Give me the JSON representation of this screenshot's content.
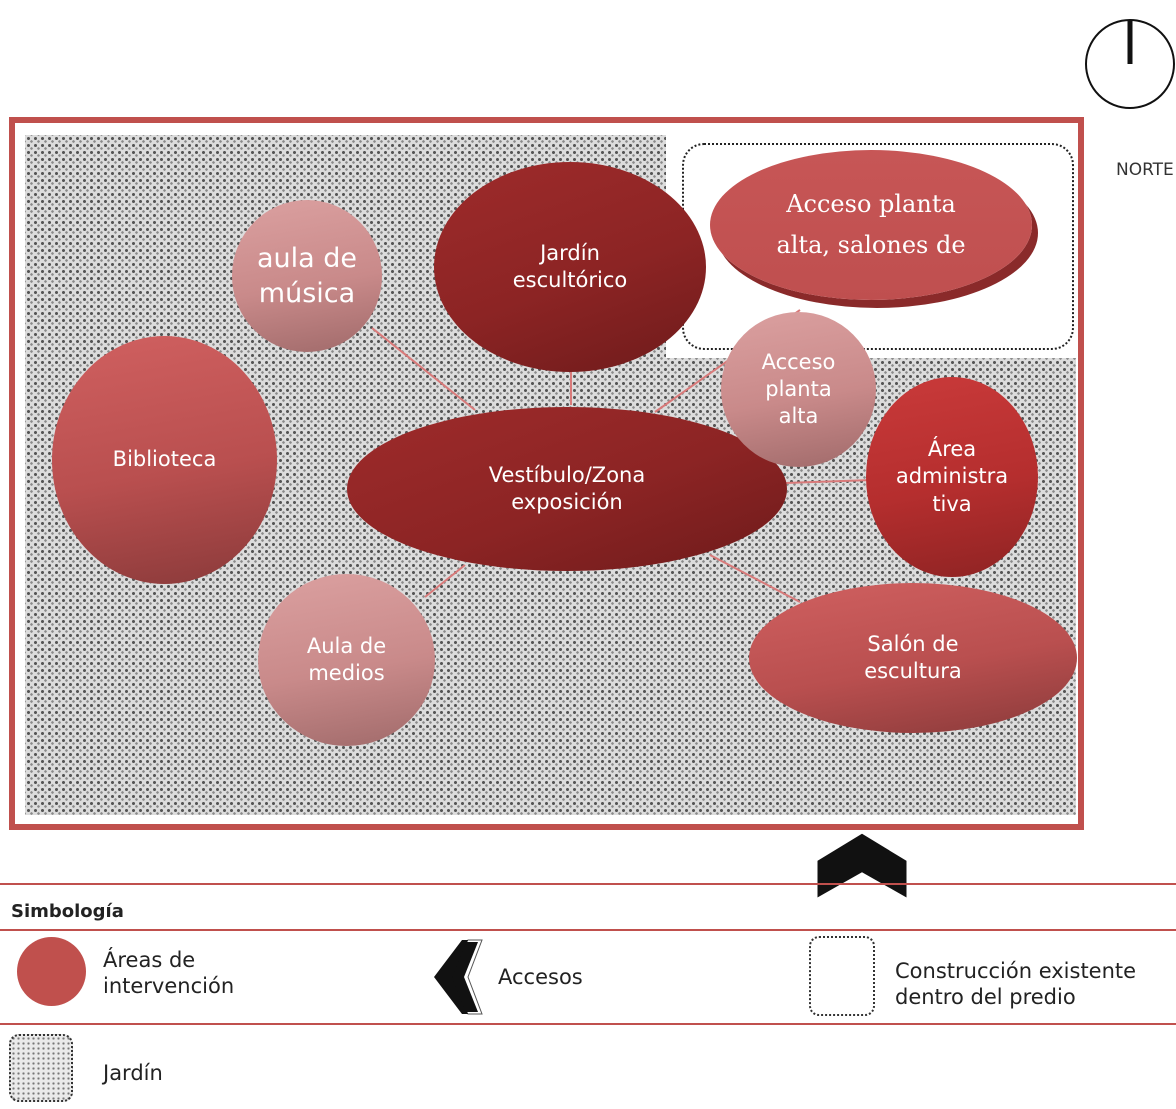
{
  "compass": {
    "label": "NORTE",
    "icon": "north-arrow-icon"
  },
  "nodes": {
    "vestibulo": "Vestíbulo/Zona\nexposición",
    "jardin_escultorico": "Jardín\nescultórico",
    "aula_musica": "aula de\nmúsica",
    "acceso_salones": "Acceso    planta\nalta, salones de",
    "acceso_planta_alta": "Acceso\nplanta\nalta",
    "biblioteca": "Biblioteca",
    "area_administrativa": "Área\nadministra\ntiva",
    "aula_medios": "Aula de\nmedios",
    "salon_escultura": "Salón de\nescultura"
  },
  "legend": {
    "title": "Simbología",
    "areas_intervencion": "Áreas de\nintervención",
    "accesos": "Accesos",
    "construccion_existente": "Construcción existente\ndentro del predio",
    "jardin": "Jardín"
  },
  "colors": {
    "frame": "#c0504d",
    "dark_node": "#8c2424",
    "mid_node": "#b94f4f",
    "light_node": "#c98a8a",
    "access_arrow": "#111111"
  }
}
